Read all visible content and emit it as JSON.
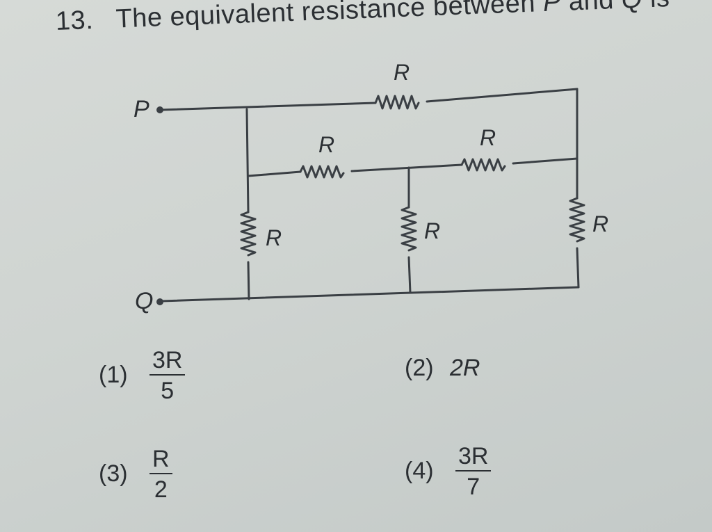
{
  "question": {
    "number": "13.",
    "text_before_p": "The equivalent resistance between",
    "p": "P",
    "and": "and",
    "q": "Q",
    "is": "is"
  },
  "circuit": {
    "node_p": "P",
    "node_q": "Q",
    "resistor_label": "R"
  },
  "options": [
    {
      "index": "(1)",
      "numerator": "3R",
      "denominator": "5"
    },
    {
      "index": "(2)",
      "value": "2R"
    },
    {
      "index": "(3)",
      "numerator": "R",
      "denominator": "2"
    },
    {
      "index": "(4)",
      "numerator": "3R",
      "denominator": "7"
    }
  ]
}
